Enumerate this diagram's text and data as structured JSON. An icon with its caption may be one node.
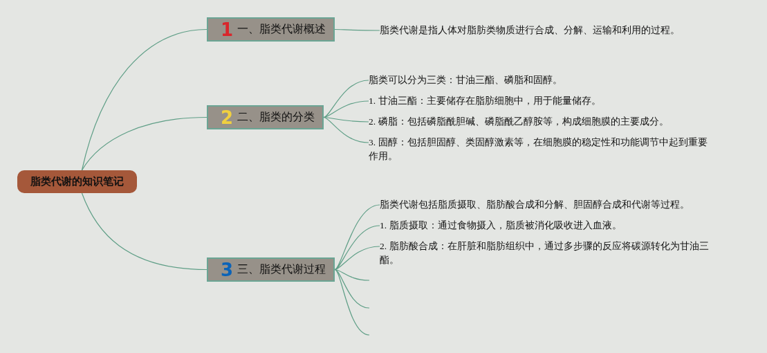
{
  "diagram": {
    "nodes": [
      {
        "text": [
          "脂类代谢的知识笔记"
        ]
      },
      {
        "text": [
          "1",
          "一、脂类代谢概述"
        ]
      },
      {
        "text": [
          "脂类代谢是指人体对脂肪类物质进行合成、分解、运输和利用的过程。"
        ]
      },
      {
        "text": [
          "2",
          "二、脂类的分类"
        ]
      },
      {
        "text": [
          "脂类可以分为三类：甘油三酯、磷脂和固醇。"
        ]
      },
      {
        "text": [
          "1. 甘油三酯：主要储存在脂肪细胞中，用于能量储存。"
        ]
      },
      {
        "text": [
          "2. 磷脂：包括磷脂酰胆碱、磷脂酰乙醇胺等，构成细胞膜的主要成分。"
        ]
      },
      {
        "text": [
          "3. 固醇：包括胆固醇、类固醇激素等，在细胞膜的稳定性和功能调节中起到重要作用。"
        ]
      },
      {
        "text": [
          "3",
          "三、脂类代谢过程"
        ]
      },
      {
        "text": [
          "脂类代谢包括脂质摄取、脂肪酸合成和分解、胆固醇合成和代谢等过程。"
        ]
      },
      {
        "text": [
          "1. 脂质摄取：通过食物摄入，脂质被消化吸收进入血液。"
        ]
      },
      {
        "text": [
          "2. 脂肪酸合成：在肝脏和脂肪组织中，通过多步骤的反应将碳源转化为甘油三酯。"
        ]
      }
    ],
    "edges": [
      {
        "from": 0,
        "to": 1,
        "arrow": "none"
      },
      {
        "from": 0,
        "to": 3,
        "arrow": "none"
      },
      {
        "from": 0,
        "to": 8,
        "arrow": "none"
      },
      {
        "from": 1,
        "to": 2,
        "arrow": "none"
      },
      {
        "from": 3,
        "to": 4,
        "arrow": "none"
      },
      {
        "from": 3,
        "to": 5,
        "arrow": "none"
      },
      {
        "from": 3,
        "to": 6,
        "arrow": "none"
      },
      {
        "from": 3,
        "to": 7,
        "arrow": "none"
      },
      {
        "from": 8,
        "to": 9,
        "arrow": "none"
      },
      {
        "from": 8,
        "to": 10,
        "arrow": "none"
      },
      {
        "from": 8,
        "to": 11,
        "arrow": "none"
      },
      {
        "from": 8,
        "to": null,
        "arrow": "none"
      },
      {
        "from": 8,
        "to": null,
        "arrow": "none"
      },
      {
        "from": 8,
        "to": null,
        "arrow": "none"
      }
    ]
  }
}
